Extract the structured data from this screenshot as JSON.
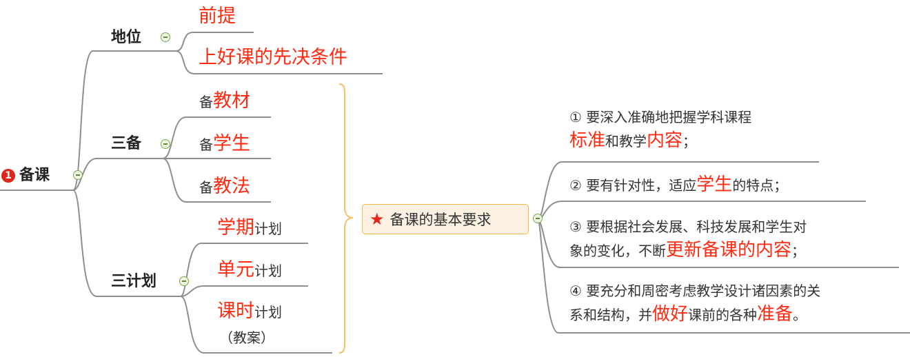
{
  "mindmap": {
    "root": {
      "badge": "1",
      "label": "备课"
    },
    "branches": [
      {
        "label": "地位",
        "children": [
          {
            "parts": [
              {
                "text": "前提",
                "emphasis": true
              }
            ]
          },
          {
            "parts": [
              {
                "text": "上好课的先决条件",
                "emphasis": true
              }
            ]
          }
        ]
      },
      {
        "label": "三备",
        "children": [
          {
            "parts": [
              {
                "text": "备",
                "emphasis": false
              },
              {
                "text": "教材",
                "emphasis": true
              }
            ]
          },
          {
            "parts": [
              {
                "text": "备",
                "emphasis": false
              },
              {
                "text": "学生",
                "emphasis": true
              }
            ]
          },
          {
            "parts": [
              {
                "text": "备",
                "emphasis": false
              },
              {
                "text": "教法",
                "emphasis": true
              }
            ]
          }
        ]
      },
      {
        "label": "三计划",
        "children": [
          {
            "parts": [
              {
                "text": "学期",
                "emphasis": true
              },
              {
                "text": "计划",
                "emphasis": false
              }
            ]
          },
          {
            "parts": [
              {
                "text": "单元",
                "emphasis": true
              },
              {
                "text": "计划",
                "emphasis": false
              }
            ]
          },
          {
            "parts": [
              {
                "text": "课时",
                "emphasis": true
              },
              {
                "text": "计划",
                "emphasis": false
              }
            ],
            "note": "（教案）"
          }
        ]
      }
    ],
    "summary": {
      "icon": "star-icon",
      "label": "备课的基本要求",
      "requirements": [
        {
          "line1": [
            {
              "text": "① 要深入准确地把握学科课程",
              "emphasis": false
            }
          ],
          "line2": [
            {
              "text": "标准",
              "emphasis": true
            },
            {
              "text": "和教学",
              "emphasis": false
            },
            {
              "text": "内容",
              "emphasis": true
            },
            {
              "text": "；",
              "emphasis": false
            }
          ]
        },
        {
          "line1": [
            {
              "text": "② 要有针对性，适应",
              "emphasis": false
            },
            {
              "text": "学生",
              "emphasis": true
            },
            {
              "text": "的特点；",
              "emphasis": false
            }
          ]
        },
        {
          "line1": [
            {
              "text": "③ 要根据社会发展、科技发展和学生对",
              "emphasis": false
            }
          ],
          "line2": [
            {
              "text": "象的变化，不断",
              "emphasis": false
            },
            {
              "text": "更新备课的内容",
              "emphasis": true
            },
            {
              "text": "；",
              "emphasis": false
            }
          ]
        },
        {
          "line1": [
            {
              "text": "④ 要充分和周密考虑教学设计诸因素的关",
              "emphasis": false
            }
          ],
          "line2": [
            {
              "text": "系和结构，并",
              "emphasis": false
            },
            {
              "text": "做好",
              "emphasis": true
            },
            {
              "text": "课前的各种",
              "emphasis": false
            },
            {
              "text": "准备",
              "emphasis": true
            },
            {
              "text": "。",
              "emphasis": false
            }
          ]
        }
      ]
    },
    "colors": {
      "emphasis": "#ff2a10",
      "text": "#333333",
      "line": "#8a8a8a",
      "brace": "#f5c060",
      "summary_border": "#f5b94a",
      "summary_fill": "#fdf1e4",
      "collapse": "#7aa64a"
    }
  }
}
